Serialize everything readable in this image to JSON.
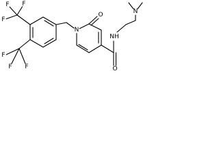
{
  "molecule": {
    "atoms": {
      "f1": "F",
      "f2": "F",
      "f3": "F",
      "f4": "F",
      "f5": "F",
      "f6": "F",
      "n_ring": "N",
      "o_ring": "O",
      "o_amide": "O",
      "n_amide": "NH",
      "n_dimethyl": "N"
    }
  },
  "colors": {
    "bond": "#000000",
    "label": "#000000",
    "background": "#ffffff"
  }
}
